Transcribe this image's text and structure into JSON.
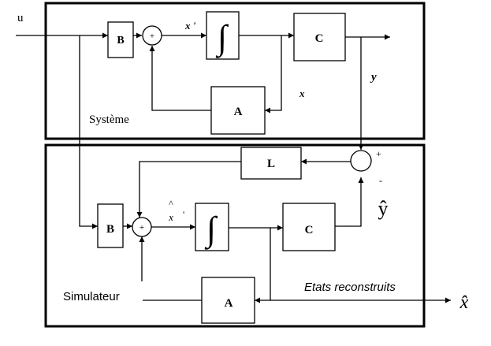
{
  "system": {
    "input": "u",
    "b_block": "B",
    "sum_sign": "+",
    "xdot": "x '",
    "integrator": "∫",
    "c_block": "C",
    "output": "y",
    "a_block": "A",
    "state": "x",
    "title": "Système"
  },
  "simulator": {
    "b_block": "B",
    "sum_sign": "+",
    "xhat_dot_hat": "^",
    "xhat_dot_x": "x",
    "xhat_dot_prime": "'",
    "integrator": "∫",
    "c_block": "C",
    "a_block": "A",
    "l_block": "L",
    "err_plus": "+",
    "err_minus": "-",
    "yhat": "ŷ",
    "title": "Simulateur",
    "states_label": "Etats reconstruits",
    "xhat": "x̂"
  }
}
